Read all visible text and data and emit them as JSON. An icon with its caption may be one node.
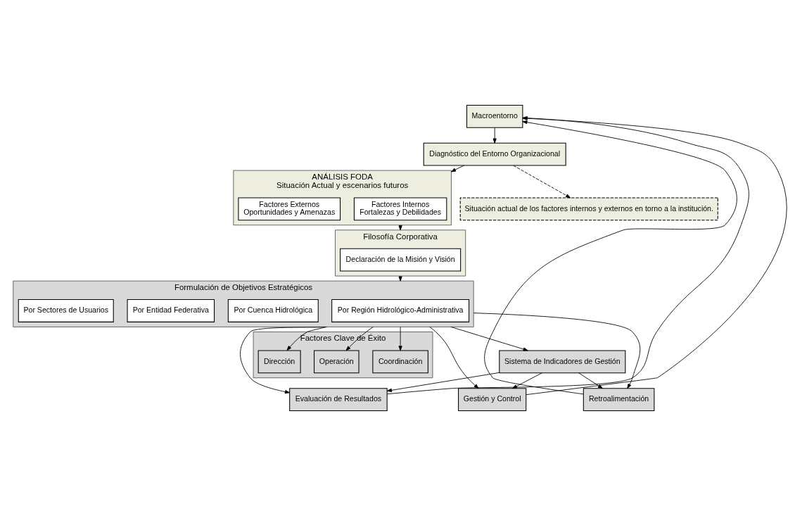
{
  "diagram": {
    "nodes": [
      {
        "text": [
          "Macroentorno"
        ]
      },
      {
        "text": [
          "Diagnóstico del Entorno Organizacional"
        ]
      },
      {
        "text": [
          "Situación actual de los factores internos y externos en torno a la institución."
        ]
      },
      {
        "text": [
          "ANÁLISIS FODA",
          "Situación Actual y escenarios futuros"
        ]
      },
      {
        "text": [
          "Factores Internos",
          "Fortalezas y Debilidades"
        ],
        "in": 3
      },
      {
        "text": [
          "Factores Externos",
          "Oportunidades y Amenazas"
        ],
        "in": 3
      },
      {
        "text": [
          "Filosofía Corporativa"
        ]
      },
      {
        "text": [
          "Declaración de la Misión y Visión"
        ],
        "in": 6
      },
      {
        "text": [
          "Formulación de Objetivos Estratégicos"
        ]
      },
      {
        "text": [
          "Por Región Hidrológico-Administrativa"
        ],
        "in": 8
      },
      {
        "text": [
          "Por Cuenca Hidrológica"
        ],
        "in": 8
      },
      {
        "text": [
          "Por Entidad Federativa"
        ],
        "in": 8
      },
      {
        "text": [
          "Por Sectores de Usuarios"
        ],
        "in": 8
      },
      {
        "text": [
          "Factores Clave de Éxito"
        ]
      },
      {
        "text": [
          "Dirección"
        ],
        "in": 13
      },
      {
        "text": [
          "Coordinación"
        ],
        "in": 13
      },
      {
        "text": [
          "Operación"
        ],
        "in": 13
      },
      {
        "text": [
          "Sistema de Indicadores de Gestión"
        ]
      },
      {
        "text": [
          "Retroalimentación"
        ]
      },
      {
        "text": [
          "Evaluación de Resultados"
        ]
      },
      {
        "text": [
          "Gestión y Control"
        ]
      }
    ],
    "edges": [
      {
        "from": 0,
        "to": 1,
        "arrow": "to"
      },
      {
        "from": 1,
        "to": 2,
        "arrow": "to",
        "style": "dashed"
      },
      {
        "from": 1,
        "to": 3,
        "arrow": "to"
      },
      {
        "from": 3,
        "to": 6,
        "arrow": "to"
      },
      {
        "from": 6,
        "to": 8,
        "arrow": "to"
      },
      {
        "from": 8,
        "to": 14,
        "arrow": "to"
      },
      {
        "from": 8,
        "to": 15,
        "arrow": "to"
      },
      {
        "from": 8,
        "to": 16,
        "arrow": "to"
      },
      {
        "from": 8,
        "to": 17,
        "arrow": "to"
      },
      {
        "from": 8,
        "to": 18,
        "arrow": "to"
      },
      {
        "from": 8,
        "to": 19,
        "arrow": "to"
      },
      {
        "from": 8,
        "to": 20,
        "arrow": "to"
      },
      {
        "from": 17,
        "to": 18,
        "arrow": "to"
      },
      {
        "from": 17,
        "to": 19,
        "arrow": "to"
      },
      {
        "from": 17,
        "to": 20,
        "arrow": "to"
      },
      {
        "from": 18,
        "to": 0,
        "arrow": "to"
      },
      {
        "from": 19,
        "to": 0,
        "arrow": "to"
      },
      {
        "from": 20,
        "to": 0,
        "arrow": "to"
      }
    ]
  }
}
